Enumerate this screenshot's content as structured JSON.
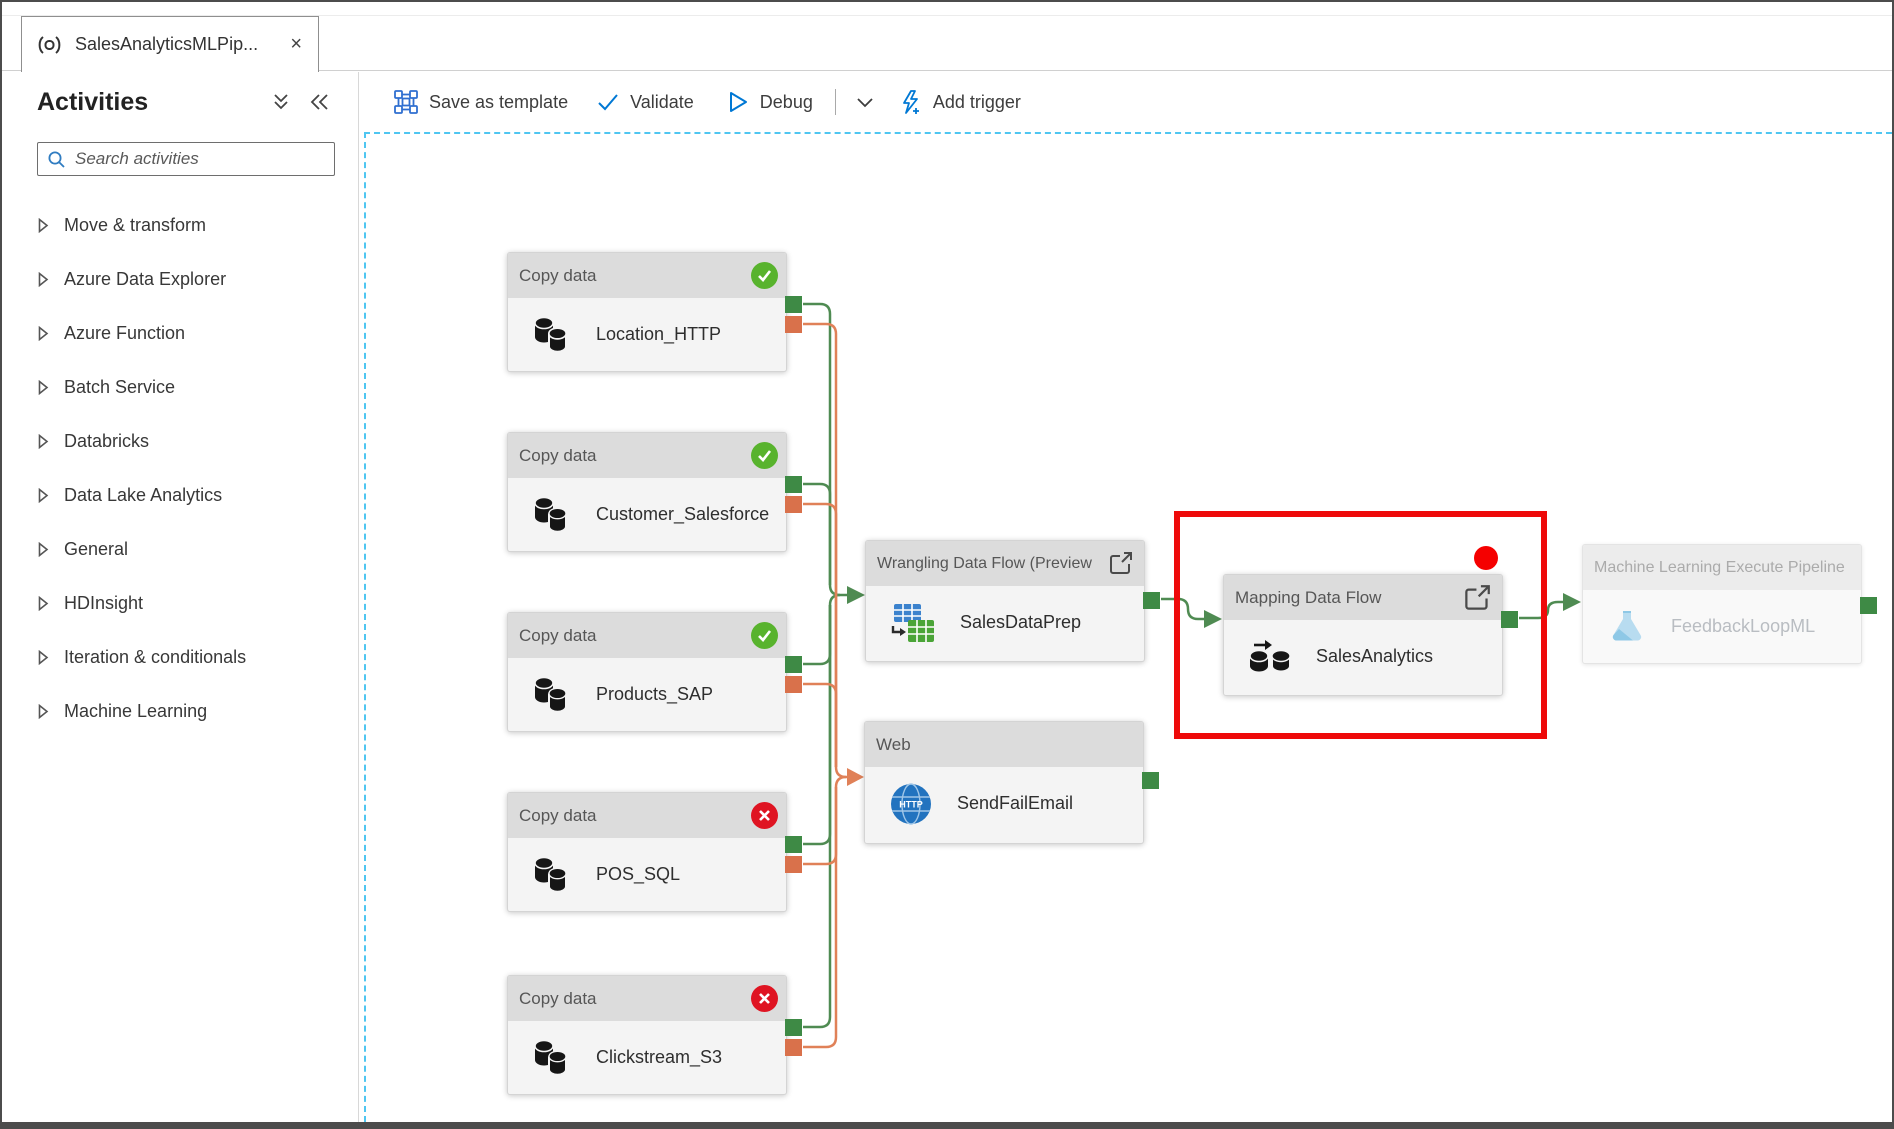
{
  "tab": {
    "title": "SalesAnalyticsMLPip...",
    "close_glyph": "×"
  },
  "sidebar": {
    "title": "Activities",
    "search_placeholder": "Search activities",
    "items": [
      "Move & transform",
      "Azure Data Explorer",
      "Azure Function",
      "Batch Service",
      "Databricks",
      "Data Lake Analytics",
      "General",
      "HDInsight",
      "Iteration & conditionals",
      "Machine Learning"
    ]
  },
  "toolbar": {
    "save_as_template": "Save as template",
    "validate": "Validate",
    "debug": "Debug",
    "add_trigger": "Add trigger"
  },
  "canvas": {
    "copy_nodes": [
      {
        "header": "Copy data",
        "name": "Location_HTTP",
        "status": "success"
      },
      {
        "header": "Copy data",
        "name": "Customer_Salesforce",
        "status": "success"
      },
      {
        "header": "Copy data",
        "name": "Products_SAP",
        "status": "success"
      },
      {
        "header": "Copy data",
        "name": "POS_SQL",
        "status": "failed"
      },
      {
        "header": "Copy data",
        "name": "Clickstream_S3",
        "status": "failed"
      }
    ],
    "wrangling": {
      "header": "Wrangling Data Flow (Preview",
      "name": "SalesDataPrep"
    },
    "web": {
      "header": "Web",
      "name": "SendFailEmail"
    },
    "mapping": {
      "header": "Mapping Data Flow",
      "name": "SalesAnalytics",
      "annotated": true
    },
    "ml": {
      "header": "Machine Learning Execute Pipeline",
      "name": "FeedbackLoopML",
      "state": "pending"
    },
    "edges": [
      {
        "from": "Location_HTTP",
        "on": "success",
        "to": "SalesDataPrep"
      },
      {
        "from": "Customer_Salesforce",
        "on": "success",
        "to": "SalesDataPrep"
      },
      {
        "from": "Products_SAP",
        "on": "success",
        "to": "SalesDataPrep"
      },
      {
        "from": "POS_SQL",
        "on": "success",
        "to": "SalesDataPrep"
      },
      {
        "from": "Clickstream_S3",
        "on": "success",
        "to": "SalesDataPrep"
      },
      {
        "from": "Location_HTTP",
        "on": "failure",
        "to": "SendFailEmail"
      },
      {
        "from": "Customer_Salesforce",
        "on": "failure",
        "to": "SendFailEmail"
      },
      {
        "from": "Products_SAP",
        "on": "failure",
        "to": "SendFailEmail"
      },
      {
        "from": "POS_SQL",
        "on": "failure",
        "to": "SendFailEmail"
      },
      {
        "from": "Clickstream_S3",
        "on": "failure",
        "to": "SendFailEmail"
      },
      {
        "from": "SalesDataPrep",
        "on": "success",
        "to": "SalesAnalytics"
      },
      {
        "from": "SalesAnalytics",
        "on": "success",
        "to": "FeedbackLoopML"
      }
    ],
    "colors": {
      "success_badge": "#58b32d",
      "error_badge": "#df1422",
      "success_port": "#3e8a45",
      "failure_port": "#d9714b",
      "success_line": "#4f8b52",
      "failure_line": "#e08158",
      "highlight_red": "#ee0a0a",
      "accent_blue": "#0078d4",
      "canvas_dash": "#4fc6f1"
    }
  }
}
